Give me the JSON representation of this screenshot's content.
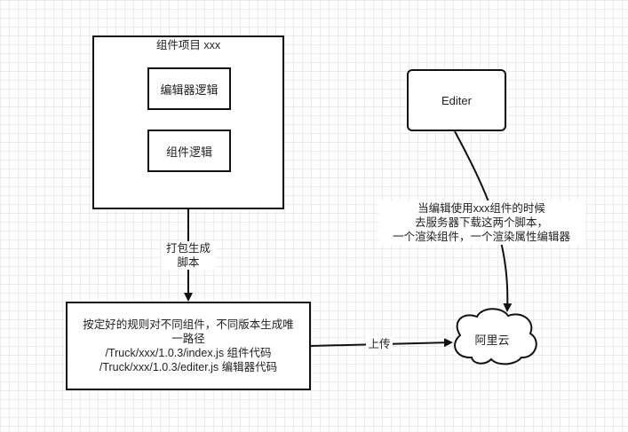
{
  "project": {
    "title": "组件项目 xxx",
    "editor_logic": "编辑器逻辑",
    "component_logic": "组件逻辑"
  },
  "package_label": [
    "打包生成",
    "脚本"
  ],
  "rules": {
    "lines": [
      "按定好的规则对不同组件，不同版本生成唯",
      "一路径",
      "/Truck/xxx/1.0.3/index.js 组件代码",
      "/Truck/xxx/1.0.3/editer.js 编辑器代码"
    ]
  },
  "upload_label": "上传",
  "cloud_label": "阿里云",
  "editer_label": "Editer",
  "download_note": [
    "当编辑使用xxx组件的时候",
    "去服务器下载这两个脚本，",
    "一个渲染组件，一个渲染属性编辑器"
  ]
}
